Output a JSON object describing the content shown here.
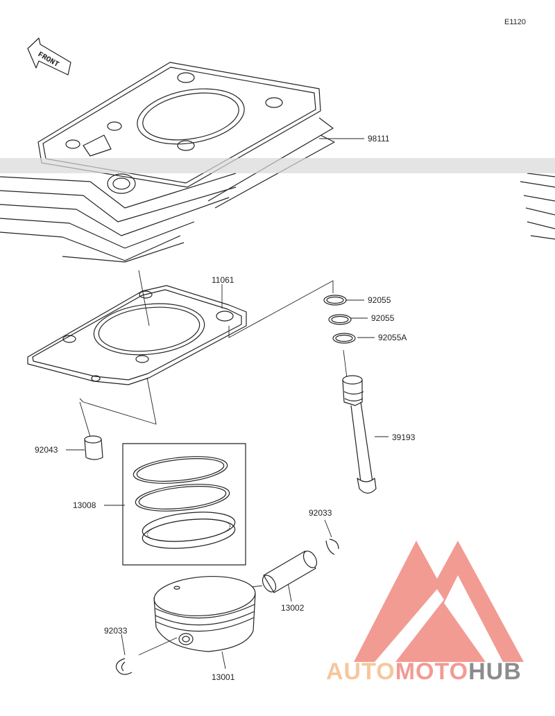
{
  "diagram_code": "E1120",
  "front_arrow": {
    "label": "FRONT"
  },
  "parts": [
    {
      "id": "p-98111",
      "number": "98111"
    },
    {
      "id": "p-11061",
      "number": "11061"
    },
    {
      "id": "p-92055-a",
      "number": "92055"
    },
    {
      "id": "p-92055-b",
      "number": "92055"
    },
    {
      "id": "p-92055A",
      "number": "92055A"
    },
    {
      "id": "p-92043",
      "number": "92043"
    },
    {
      "id": "p-39193",
      "number": "39193"
    },
    {
      "id": "p-13008",
      "number": "13008"
    },
    {
      "id": "p-92033-a",
      "number": "92033"
    },
    {
      "id": "p-13002",
      "number": "13002"
    },
    {
      "id": "p-92033-b",
      "number": "92033"
    },
    {
      "id": "p-13001",
      "number": "13001"
    }
  ],
  "watermark": {
    "part1": "AUTO",
    "part2": "MOTO",
    "part3": "HUB",
    "colors": {
      "part1": "#f6c79c",
      "part2": "#f39a92",
      "part3": "#8c8c8c",
      "logo": "#f08a80"
    }
  }
}
